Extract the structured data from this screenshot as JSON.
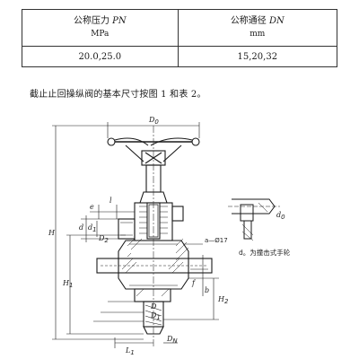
{
  "table": {
    "col1_header_cn": "公称压力",
    "col1_header_symbol": "PN",
    "col1_header_unit": "MPa",
    "col2_header_cn": "公称通径",
    "col2_header_symbol": "DN",
    "col2_header_unit": "mm",
    "col1_value": "20.0,25.0",
    "col2_value": "15,20,32"
  },
  "caption": "截止止回操纵阀的基本尺寸按图 1 和表 2。",
  "drawing": {
    "labels": {
      "D0": "D",
      "D0_sub": "0",
      "H": "H",
      "H1": "H",
      "H1_sub": "1",
      "H2": "H",
      "H2_sub": "2",
      "l": "l",
      "e": "e",
      "d": "d",
      "d1": "d",
      "d1_sub": "1",
      "D2": "D",
      "D2_sub": "2",
      "D": "D",
      "D1": "D",
      "D1_sub": "1",
      "L1": "L",
      "L1_sub": "1",
      "DN": "D",
      "DN_sub": "N",
      "a_phi17": "a—Ø17",
      "f": "f",
      "b": "b",
      "d0": "d",
      "d0_sub": "0"
    },
    "note": "d。为撞击式手轮"
  }
}
